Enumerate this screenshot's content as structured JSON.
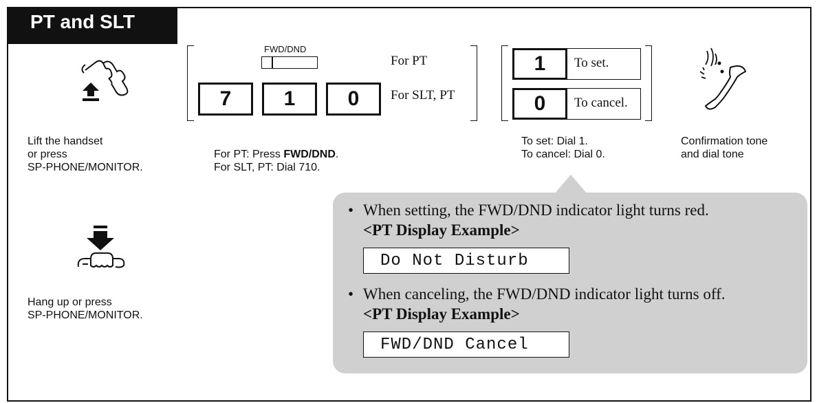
{
  "header": {
    "title": "PT and SLT"
  },
  "steps": {
    "lift": {
      "caption": "Lift the handset\nor press\nSP-PHONE/MONITOR."
    },
    "feature": {
      "fwd_dnd_key_label": "FWD/DND",
      "for_pt_label": "For PT",
      "for_slt_pt_label": "For SLT, PT",
      "keys": [
        "7",
        "1",
        "0"
      ],
      "caption_line1_prefix": "For PT: Press ",
      "caption_line1_bold": "FWD/DND",
      "caption_line1_suffix": ".",
      "caption_line2": "For SLT, PT: Dial 710."
    },
    "option": {
      "set_key": "1",
      "set_label": "To set.",
      "cancel_key": "0",
      "cancel_label": "To cancel.",
      "caption": "To set: Dial 1.\nTo cancel: Dial 0."
    },
    "confirm": {
      "caption": "Confirmation tone\nand dial tone"
    },
    "hangup": {
      "caption": "Hang up or press\nSP-PHONE/MONITOR."
    }
  },
  "note": {
    "bullet_set": "When setting, the FWD/DND indicator light turns red.",
    "example_heading": "<PT Display Example>",
    "display_set": "Do Not Disturb",
    "bullet_cancel": "When canceling, the FWD/DND indicator light turns off.",
    "display_cancel": "FWD/DND Cancel"
  }
}
